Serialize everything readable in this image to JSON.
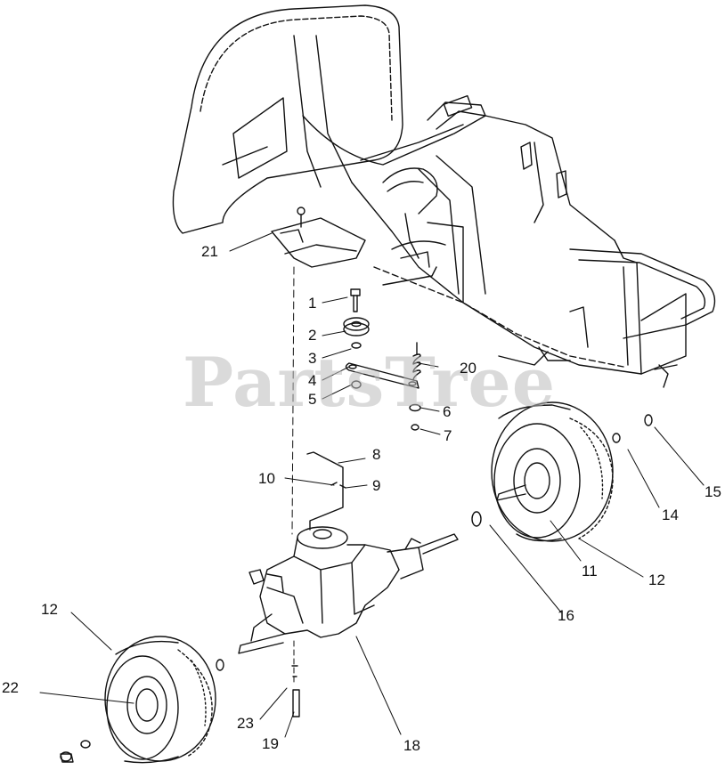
{
  "watermark": "PartsTree",
  "callouts": [
    "1",
    "2",
    "3",
    "4",
    "5",
    "6",
    "7",
    "8",
    "9",
    "10",
    "11",
    "12",
    "12",
    "14",
    "15",
    "16",
    "18",
    "19",
    "20",
    "21",
    "22",
    "23"
  ]
}
